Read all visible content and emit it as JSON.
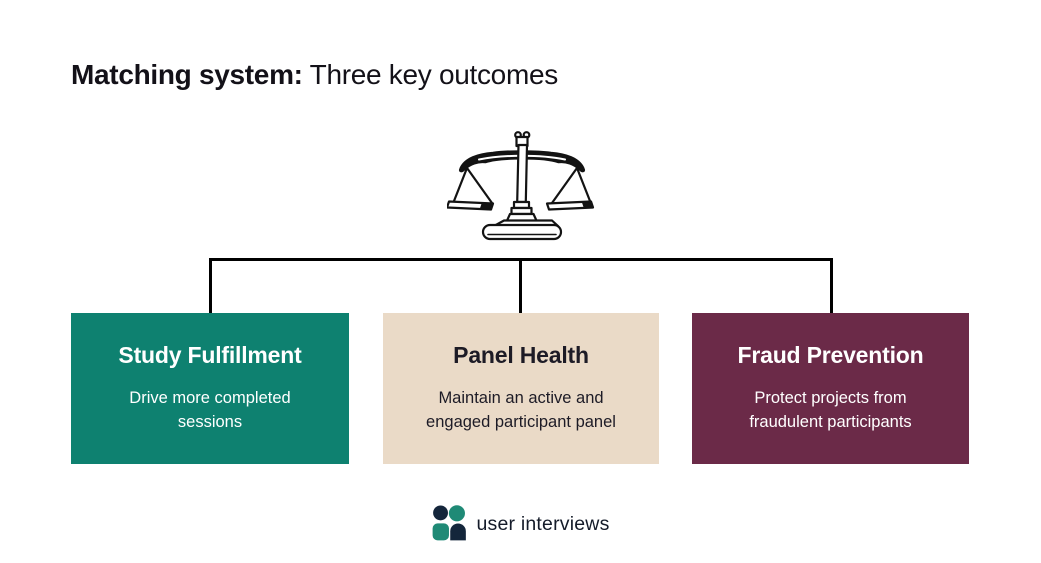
{
  "title": {
    "bold": "Matching system:",
    "regular": " Three key outcomes"
  },
  "icons": {
    "center_icon": "balance-scales"
  },
  "colors": {
    "connector_line": "#000000",
    "teal": "#0E8170",
    "beige": "#EADAC7",
    "burgundy": "#6B2A48",
    "text_on_dark": "#FFFFFF",
    "text_on_beige": "#1D1B26",
    "logo_navy": "#14263B",
    "logo_teal": "#1F8A76"
  },
  "outcomes": [
    {
      "heading": "Study Fulfillment",
      "description": "Drive more completed\nsessions",
      "bg_color": "#0E8170",
      "text_color": "#FFFFFF"
    },
    {
      "heading": "Panel Health",
      "description": "Maintain an active and\nengaged participant panel",
      "bg_color": "#EADAC7",
      "text_color": "#1D1B26"
    },
    {
      "heading": "Fraud Prevention",
      "description": "Protect projects from\nfraudulent participants",
      "bg_color": "#6B2A48",
      "text_color": "#FFFFFF"
    }
  ],
  "footer": {
    "logo_text": "user interviews"
  }
}
